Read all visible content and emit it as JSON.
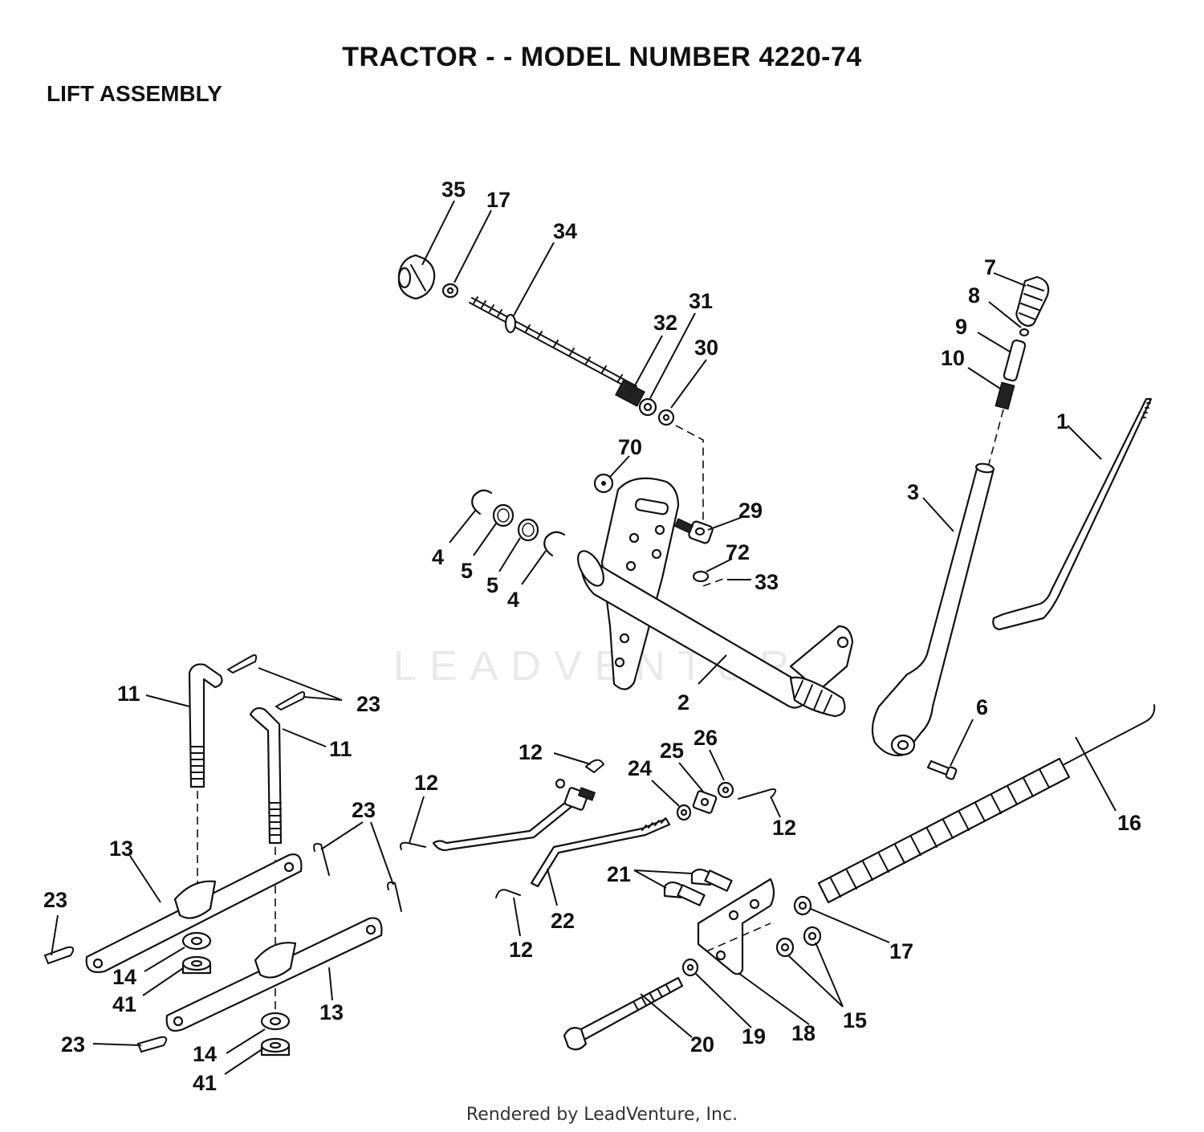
{
  "header": {
    "title": "TRACTOR - - MODEL NUMBER 4220-74",
    "section": "LIFT ASSEMBLY"
  },
  "watermark": "LEADVENTURE",
  "credit": "Rendered by LeadVenture, Inc.",
  "callouts": [
    {
      "id": "c35",
      "text": "35"
    },
    {
      "id": "c17a",
      "text": "17"
    },
    {
      "id": "c34",
      "text": "34"
    },
    {
      "id": "c32",
      "text": "32"
    },
    {
      "id": "c31",
      "text": "31"
    },
    {
      "id": "c30",
      "text": "30"
    },
    {
      "id": "c7",
      "text": "7"
    },
    {
      "id": "c8",
      "text": "8"
    },
    {
      "id": "c9",
      "text": "9"
    },
    {
      "id": "c10",
      "text": "10"
    },
    {
      "id": "c1",
      "text": "1"
    },
    {
      "id": "c70",
      "text": "70"
    },
    {
      "id": "c3",
      "text": "3"
    },
    {
      "id": "c29",
      "text": "29"
    },
    {
      "id": "c72",
      "text": "72"
    },
    {
      "id": "c33",
      "text": "33"
    },
    {
      "id": "c4a",
      "text": "4"
    },
    {
      "id": "c5a",
      "text": "5"
    },
    {
      "id": "c5b",
      "text": "5"
    },
    {
      "id": "c4b",
      "text": "4"
    },
    {
      "id": "c2",
      "text": "2"
    },
    {
      "id": "c11a",
      "text": "11"
    },
    {
      "id": "c23a",
      "text": "23"
    },
    {
      "id": "c11b",
      "text": "11"
    },
    {
      "id": "c6",
      "text": "6"
    },
    {
      "id": "c12a",
      "text": "12"
    },
    {
      "id": "c26",
      "text": "26"
    },
    {
      "id": "c25",
      "text": "25"
    },
    {
      "id": "c24",
      "text": "24"
    },
    {
      "id": "c12b",
      "text": "12"
    },
    {
      "id": "c12c",
      "text": "12"
    },
    {
      "id": "c16",
      "text": "16"
    },
    {
      "id": "c23b",
      "text": "23"
    },
    {
      "id": "c13a",
      "text": "13"
    },
    {
      "id": "c21",
      "text": "21"
    },
    {
      "id": "c23c",
      "text": "23"
    },
    {
      "id": "c22",
      "text": "22"
    },
    {
      "id": "c12d",
      "text": "12"
    },
    {
      "id": "c17b",
      "text": "17"
    },
    {
      "id": "c14a",
      "text": "14"
    },
    {
      "id": "c41a",
      "text": "41"
    },
    {
      "id": "c13b",
      "text": "13"
    },
    {
      "id": "c15",
      "text": "15"
    },
    {
      "id": "c18",
      "text": "18"
    },
    {
      "id": "c19",
      "text": "19"
    },
    {
      "id": "c20",
      "text": "20"
    },
    {
      "id": "c23d",
      "text": "23"
    },
    {
      "id": "c14b",
      "text": "14"
    },
    {
      "id": "c41b",
      "text": "41"
    }
  ]
}
